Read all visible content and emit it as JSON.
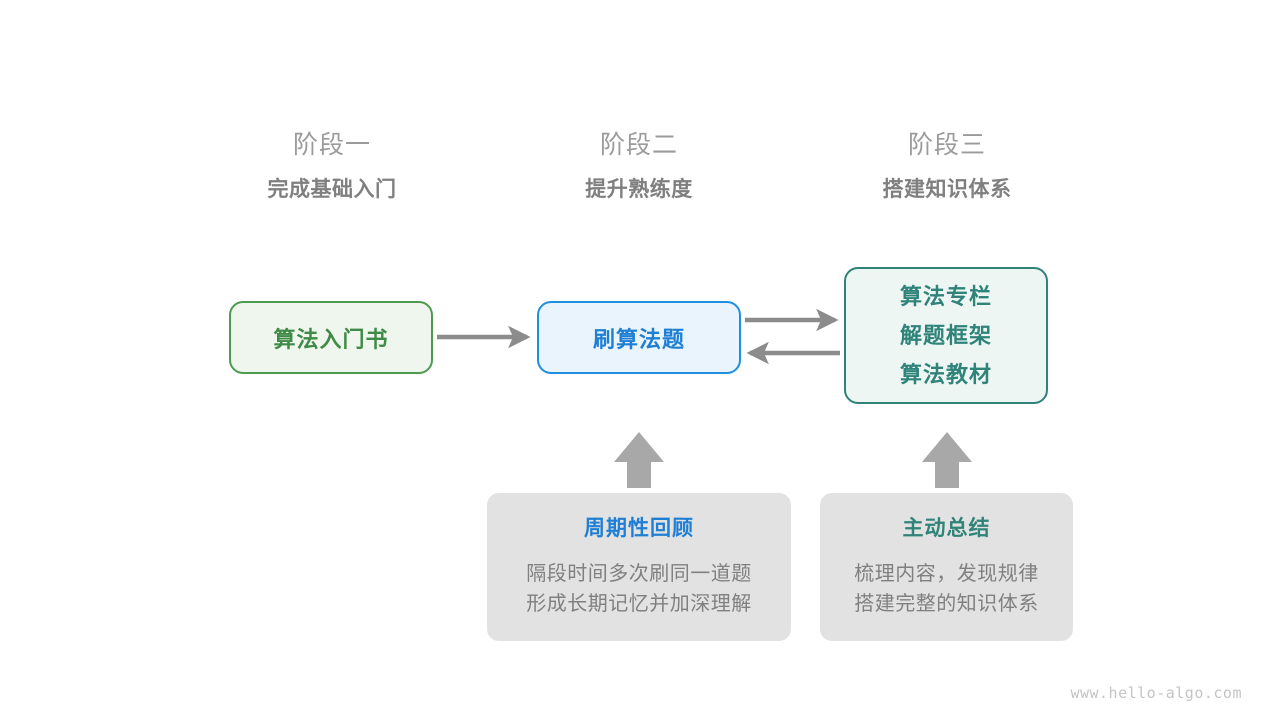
{
  "page": {
    "background": "#ffffff",
    "watermark": "www.hello-algo.com"
  },
  "colors": {
    "stage_title": "#9b9b9b",
    "stage_subtitle": "#7f7f7f",
    "green": "#3f8a46",
    "green_border": "#4e9a51",
    "green_fill": "#eef6ee",
    "blue": "#1f7fd4",
    "blue_border": "#1f8fe0",
    "blue_fill": "#e9f4fd",
    "teal": "#2f8379",
    "teal_border": "#2f8379",
    "teal_fill": "#eef6f4",
    "card_fill": "#e2e2e2",
    "card_body_text": "#808080",
    "arrow": "#8c8c8c",
    "block_arrow": "#a8a8a8",
    "watermark": "#c4c4c4"
  },
  "stages": [
    {
      "title": "阶段一",
      "subtitle": "完成基础入门"
    },
    {
      "title": "阶段二",
      "subtitle": "提升熟练度"
    },
    {
      "title": "阶段三",
      "subtitle": "搭建知识体系"
    }
  ],
  "nodes": {
    "book": {
      "label": "算法入门书"
    },
    "practice": {
      "label": "刷算法题"
    },
    "system": {
      "lines": [
        "算法专栏",
        "解题框架",
        "算法教材"
      ]
    }
  },
  "cards": [
    {
      "title": "周期性回顾",
      "body_lines": [
        "隔段时间多次刷同一道题",
        "形成长期记忆并加深理解"
      ]
    },
    {
      "title": "主动总结",
      "body_lines": [
        "梳理内容，发现规律",
        "搭建完整的知识体系"
      ]
    }
  ],
  "arrows": [
    {
      "name": "book-to-practice",
      "direction": "right"
    },
    {
      "name": "practice-to-system",
      "direction": "right"
    },
    {
      "name": "system-to-practice",
      "direction": "left"
    },
    {
      "name": "review-to-practice",
      "direction": "up"
    },
    {
      "name": "summary-to-system",
      "direction": "up"
    }
  ]
}
